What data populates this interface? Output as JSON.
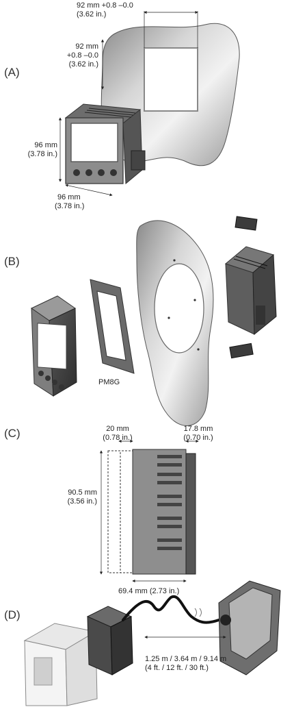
{
  "sections": {
    "a": "(A)",
    "b": "(B)",
    "c": "(C)",
    "d": "(D)"
  },
  "panel_a": {
    "cutout_width_mm": "92 mm +0.8 –0.0",
    "cutout_width_in": "(3.62 in.)",
    "cutout_height_mm": "92 mm",
    "cutout_height_tol": "+0.8 –0.0",
    "cutout_height_in": "(3.62 in.)",
    "meter_height_mm": "96 mm",
    "meter_height_in": "(3.78 in.)",
    "meter_width_mm": "96 mm",
    "meter_width_in": "(3.78 in.)"
  },
  "panel_b": {
    "gasket_label": "PM8G"
  },
  "panel_c": {
    "spacer_depth_mm": "20 mm",
    "spacer_depth_in": "(0.78 in.)",
    "rear_depth_mm": "17.8 mm",
    "rear_depth_in": "(0.70 in.)",
    "height_mm": "90.5 mm",
    "height_in": "(3.56 in.)",
    "body_depth": "69.4 mm (2.73 in.)"
  },
  "panel_d": {
    "cable_lengths_m": "1.25 m / 3.64 m / 9.14 m",
    "cable_lengths_ft": "(4 ft. / 12 ft. / 30 ft.)"
  }
}
